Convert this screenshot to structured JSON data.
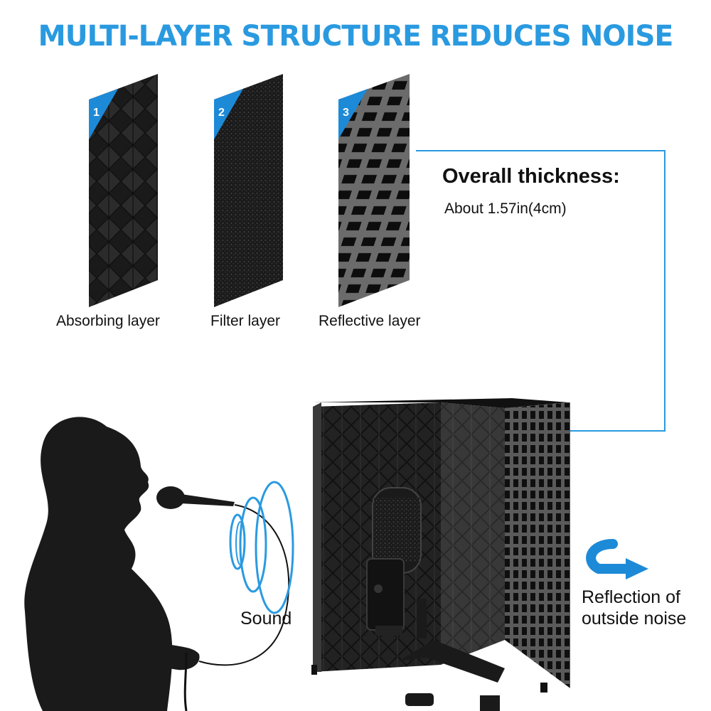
{
  "headline": "MULTI-LAYER STRUCTURE REDUCES NOISE",
  "layers": [
    {
      "number": "1",
      "caption": "Absorbing layer"
    },
    {
      "number": "2",
      "caption": "Filter layer"
    },
    {
      "number": "3",
      "caption": "Reflective layer"
    }
  ],
  "thickness": {
    "title": "Overall thickness:",
    "value": "About 1.57in(4cm)"
  },
  "sound_label": "Sound",
  "reflection_label": [
    "Reflection of",
    "outside noise"
  ],
  "colors": {
    "accent": "#2a9ae0",
    "badge": "#1d8ad8",
    "foam": "#1c1c1c",
    "text": "#111111"
  }
}
